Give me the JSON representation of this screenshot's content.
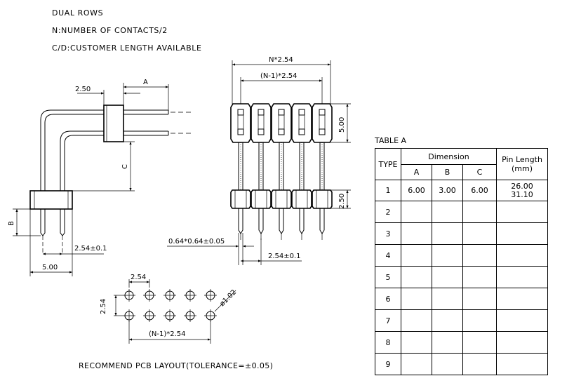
{
  "notes": {
    "line1": "DUAL ROWS",
    "line2": "N:NUMBER OF CONTACTS/2",
    "line3": "C/D:CUSTOMER LENGTH AVAILABLE"
  },
  "side_view": {
    "dim_250": "2.50",
    "dim_a": "A",
    "dim_c": "C",
    "dim_b": "B",
    "dim_pitch": "2.54±0.1",
    "dim_500": "5.00"
  },
  "front_view": {
    "dim_n": "N*2.54",
    "dim_n1": "(N-1)*2.54",
    "dim_500": "5.00",
    "dim_250": "2.50",
    "dim_pin": "0.64*0.64±0.05",
    "dim_pitch": "2.54±0.1"
  },
  "pcb_layout": {
    "dim_h": "2.54",
    "dim_v": "2.54",
    "dim_hole": "ø1.02",
    "dim_n1": "(N-1)*2.54",
    "caption": "RECOMMEND PCB LAYOUT(TOLERANCE=±0.05)"
  },
  "table": {
    "caption": "TABLE A",
    "headers": {
      "type": "TYPE",
      "dimension": "Dimension",
      "a": "A",
      "b": "B",
      "c": "C",
      "pin_length": "Pin Length",
      "pin_length_unit": "(mm)"
    },
    "rows": [
      {
        "type": "1",
        "a": "6.00",
        "b": "3.00",
        "c": "6.00",
        "pin1": "26.00",
        "pin2": "31.10"
      },
      {
        "type": "2",
        "a": "",
        "b": "",
        "c": "",
        "pin1": "",
        "pin2": ""
      },
      {
        "type": "3",
        "a": "",
        "b": "",
        "c": "",
        "pin1": "",
        "pin2": ""
      },
      {
        "type": "4",
        "a": "",
        "b": "",
        "c": "",
        "pin1": "",
        "pin2": ""
      },
      {
        "type": "5",
        "a": "",
        "b": "",
        "c": "",
        "pin1": "",
        "pin2": ""
      },
      {
        "type": "6",
        "a": "",
        "b": "",
        "c": "",
        "pin1": "",
        "pin2": ""
      },
      {
        "type": "7",
        "a": "",
        "b": "",
        "c": "",
        "pin1": "",
        "pin2": ""
      },
      {
        "type": "8",
        "a": "",
        "b": "",
        "c": "",
        "pin1": "",
        "pin2": ""
      },
      {
        "type": "9",
        "a": "",
        "b": "",
        "c": "",
        "pin1": "",
        "pin2": ""
      }
    ]
  }
}
